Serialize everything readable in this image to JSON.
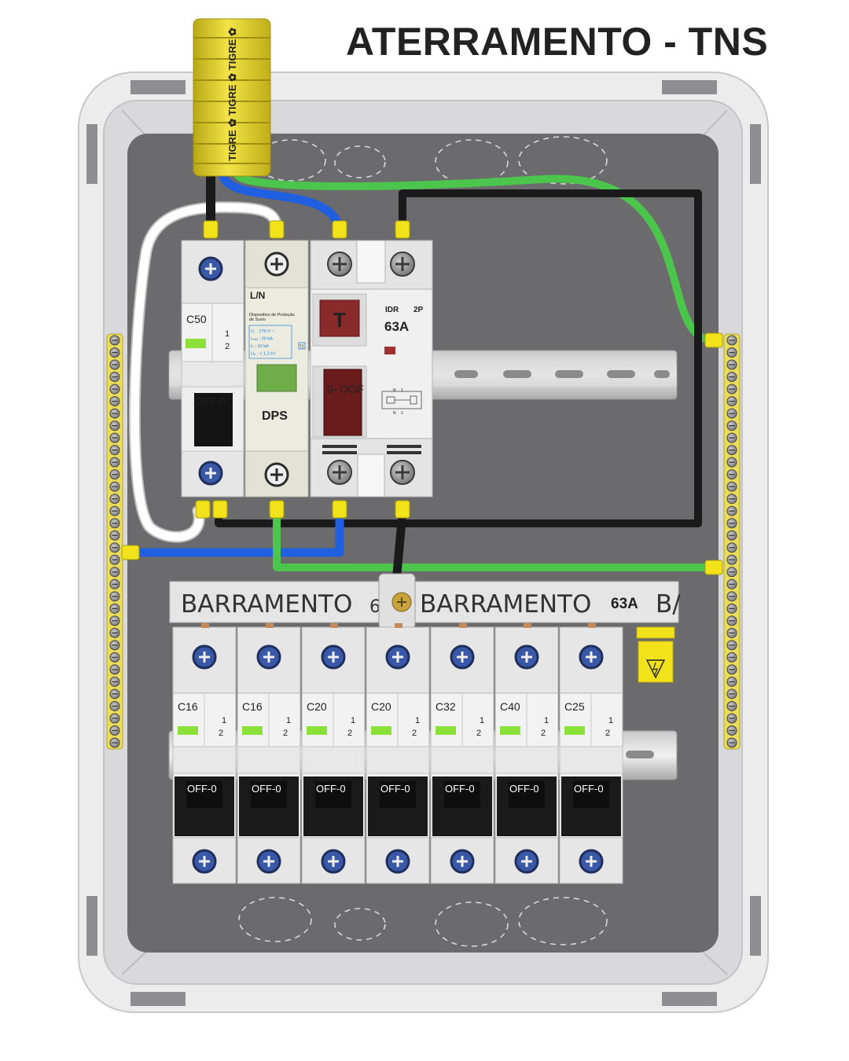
{
  "title": "ATERRAMENTO - TNS",
  "conduit_brand": "TIGRE",
  "main_breaker": {
    "rating": "C50",
    "pole_top": "1",
    "pole_bottom": "2",
    "state": "OFF-0"
  },
  "dps": {
    "terminal": "L/N",
    "heading": "Dispositivo de Proteção de Surto",
    "specs": [
      "U꜀ : 275 V ~",
      "Iₘₐₓ : 20 kA",
      "Iₙ : 10 kA",
      "Uₚ : < 1,2 kV"
    ],
    "spec_class": "T2",
    "label": "DPS"
  },
  "idr": {
    "type": "IDR",
    "poles": "2P",
    "rating": "63A",
    "test_button": "T",
    "state": "0- OOF",
    "n_label": "N",
    "pole_1": "1",
    "pole_2": "2"
  },
  "busbar": {
    "text_1": "BARRAMENTO",
    "text_1_tail": "6",
    "text_2": "BARRAMENTO",
    "rating": "63A",
    "text_3_tail": "B/"
  },
  "breakers": [
    {
      "rating": "C16",
      "state": "OFF-0",
      "pole_top": "1",
      "pole_bottom": "2"
    },
    {
      "rating": "C16",
      "state": "OFF-0",
      "pole_top": "1",
      "pole_bottom": "2"
    },
    {
      "rating": "C20",
      "state": "OFF-0",
      "pole_top": "1",
      "pole_bottom": "2"
    },
    {
      "rating": "C20",
      "state": "OFF-0",
      "pole_top": "1",
      "pole_bottom": "2"
    },
    {
      "rating": "C32",
      "state": "OFF-0",
      "pole_top": "1",
      "pole_bottom": "2"
    },
    {
      "rating": "C40",
      "state": "OFF-0",
      "pole_top": "1",
      "pole_bottom": "2"
    },
    {
      "rating": "C25",
      "state": "OFF-0",
      "pole_top": "1",
      "pole_bottom": "2"
    }
  ],
  "colors": {
    "phase_wire": "#1a1a1a",
    "neutral_wire": "#1f5fe0",
    "ground_wire": "#4cc54c",
    "return_wire": "#ffffff",
    "connector": "#f2e21a",
    "panel_back": "#6b6b6d",
    "enclosure": "#e9e9ea",
    "conduit": "#e8d62a"
  }
}
